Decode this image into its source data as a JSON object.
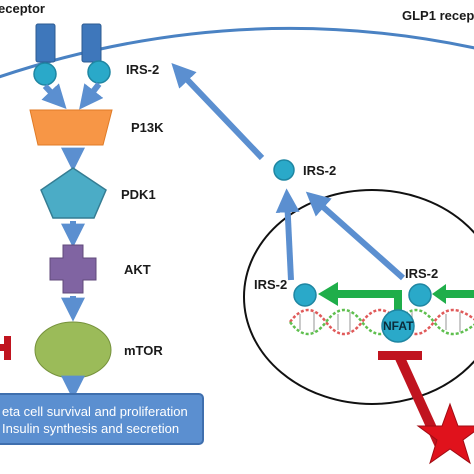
{
  "labels": {
    "receptor_left": "eceptor",
    "receptor_right": "GLP1 recep",
    "irs2_top": "IRS-2",
    "p13k": "P13K",
    "pdk1": "PDK1",
    "akt": "AKT",
    "mtor": "mTOR",
    "irs2_mid": "IRS-2",
    "irs2_nuc_left": "IRS-2",
    "irs2_nuc_right": "IRS-2",
    "nfat": "NFAT"
  },
  "outcome": {
    "line1": "eta cell survival and proliferation",
    "line2": "Insulin synthesis and secretion"
  },
  "colors": {
    "membrane": "#4a82c3",
    "receptor": "#3e77bb",
    "circle": "#2aa9c9",
    "p13k": "#f79646",
    "pdk1": "#4bacc6",
    "akt": "#8064a2",
    "mtor": "#9bbb59",
    "arrow": "#5b8fd0",
    "green_arrow": "#1fae4a",
    "inhibitor": "#c0141f",
    "star": "#e0121c",
    "box": "#5b8fd0"
  },
  "icons": [
    "receptor-shape",
    "p13k-trapezoid",
    "pdk1-pentagon",
    "akt-cross",
    "mtor-ellipse",
    "dna-helix",
    "star-icon",
    "inhibition-bar"
  ]
}
